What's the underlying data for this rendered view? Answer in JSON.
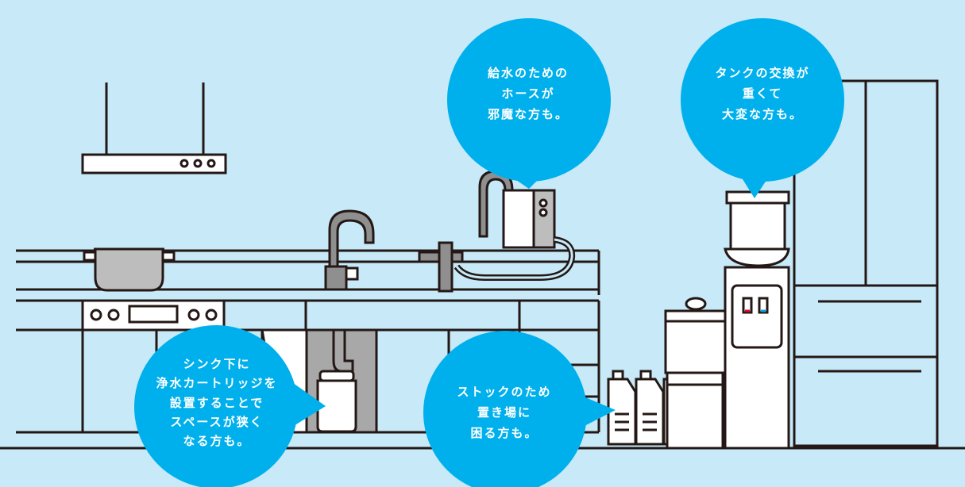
{
  "colors": {
    "background": "#c7e9f8",
    "line": "#231815",
    "bubble": "#00b0ec",
    "bubble_text": "#ffffff",
    "metal": "#8f8f8f",
    "metal_light": "#bdbdbd",
    "inner_cabinet": "#a8a8a8",
    "button_red": "#e4002b",
    "button_blue": "#00a0e9"
  },
  "icons": {
    "range_hood_knobs": "three-circle-knobs",
    "stove_knobs": "four-circle-knobs",
    "pot": "cooking-pot",
    "faucet": "gooseneck-faucet",
    "water_server": "countertop-water-server",
    "dispenser": "floor-water-dispenser",
    "bottles": "water-bottles",
    "refrigerator": "refrigerator"
  },
  "bubbles": {
    "hose": {
      "lines": [
        "給水のための",
        "ホースが",
        "邪魔な方も。"
      ]
    },
    "tank": {
      "lines": [
        "タンクの交換が",
        "重くて",
        "大変な方も。"
      ]
    },
    "sink": {
      "lines": [
        "シンク下に",
        "浄水カートリッジを",
        "設置することで",
        "スペースが狭く",
        "なる方も。"
      ]
    },
    "stock": {
      "lines": [
        "ストックのため",
        "置き場に",
        "困る方も。"
      ]
    }
  }
}
